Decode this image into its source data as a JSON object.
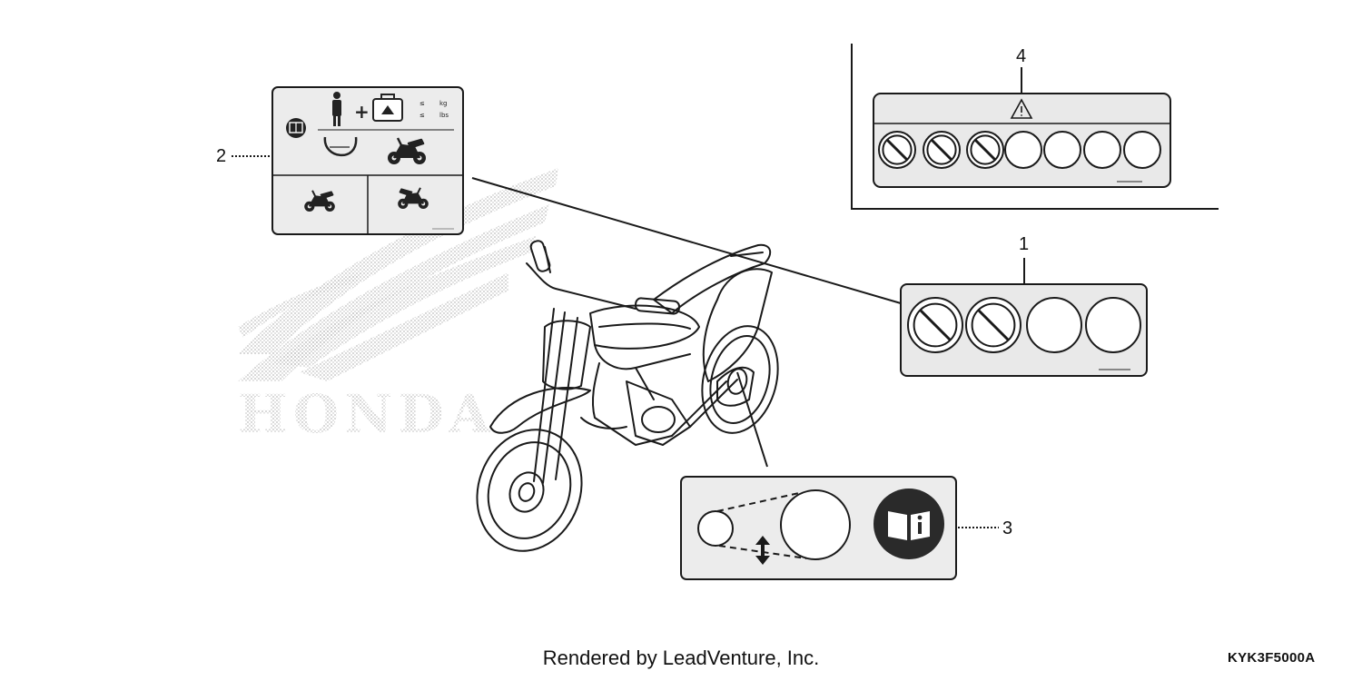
{
  "diagram": {
    "callouts": [
      {
        "id": "1",
        "label": "1"
      },
      {
        "id": "2",
        "label": "2"
      },
      {
        "id": "3",
        "label": "3"
      },
      {
        "id": "4",
        "label": "4"
      }
    ],
    "label2": {
      "mini_text": [
        "kg",
        "lbs"
      ]
    },
    "watermark": {
      "brand": "HONDA"
    },
    "colors": {
      "line": "#1a1a1a",
      "label_fill": "#e6e6e6",
      "watermark": "#c4c4c4",
      "icon_dark": "#222222"
    },
    "icons": [
      "motorcycle-icon",
      "rider-icon",
      "luggage-icon",
      "book-info-icon",
      "warning-triangle-icon",
      "prohibition-icon",
      "chain-slack-icon"
    ]
  },
  "footer": {
    "credit": "Rendered by LeadVenture, Inc.",
    "part_code": "KYK3F5000A"
  }
}
